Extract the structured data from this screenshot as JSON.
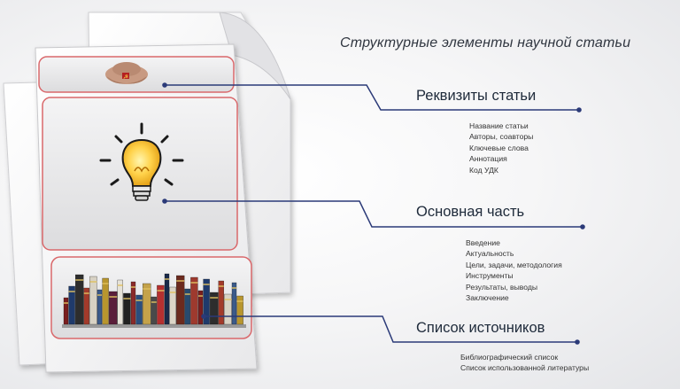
{
  "title": "Структурные элементы научной статьи",
  "sections": [
    {
      "heading": "Реквизиты статьи",
      "icon": "soviet-cap-icon",
      "items": [
        "Название статьи",
        "Авторы, соавторы",
        "Ключевые слова",
        "Аннотация",
        "Код УДК"
      ]
    },
    {
      "heading": "Основная часть",
      "icon": "lightbulb-icon",
      "items": [
        "Введение",
        "Актуальность",
        "Цели, задачи, методология",
        "Инструменты",
        "Результаты, выводы",
        "Заключение"
      ]
    },
    {
      "heading": "Список источников",
      "icon": "bookshelf-icon",
      "items": [
        "Библиографический список",
        "Список использованной литературы"
      ]
    }
  ],
  "colors": {
    "panel_border": "#d9686b",
    "connector": "#2b3a78",
    "bulb": "#f5b820",
    "bulb_rays": "#1a1a1a"
  }
}
